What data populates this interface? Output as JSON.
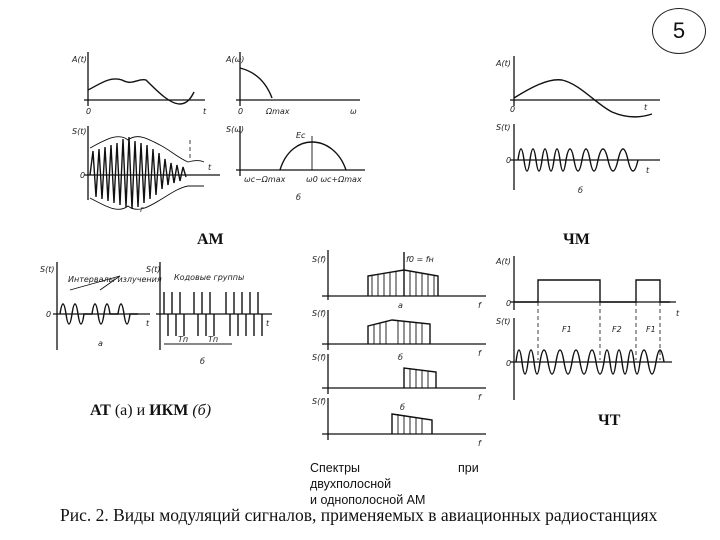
{
  "page_number": "5",
  "labels": {
    "am": "АМ",
    "chm": "ЧМ",
    "at_ikm_at": "АТ",
    "at_ikm_a": "(а) и",
    "at_ikm_ikm": "ИКМ",
    "at_ikm_b": "(б)",
    "cht": "ЧТ"
  },
  "spectra_caption": {
    "line1": "Спектры",
    "pri": "при",
    "line2": "двухполосной",
    "line3": "и однополосной АМ"
  },
  "figure_caption": "Рис. 2. Виды модуляций сигналов, применяемых в авиационных радиостанциях"
}
